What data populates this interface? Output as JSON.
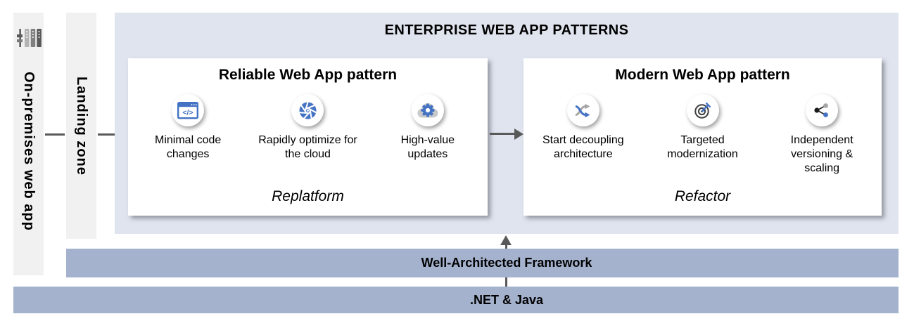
{
  "header": {
    "title": "ENTERPRISE WEB APP PATTERNS"
  },
  "lanes": {
    "on_premises": {
      "label": "On-premises web app",
      "icon": "server-rack-icon"
    },
    "landing_zone": {
      "label": "Landing zone"
    }
  },
  "patterns": [
    {
      "title": "Reliable Web App pattern",
      "tagline": "Replatform",
      "items": [
        {
          "icon": "code-window-icon",
          "label": "Minimal code changes"
        },
        {
          "icon": "aperture-icon",
          "label": "Rapidly optimize for the cloud"
        },
        {
          "icon": "gear-cloud-icon",
          "label": "High-value updates"
        }
      ]
    },
    {
      "title": "Modern Web App pattern",
      "tagline": "Refactor",
      "items": [
        {
          "icon": "shuffle-icon",
          "label": "Start decoupling architecture"
        },
        {
          "icon": "target-dart-icon",
          "label": "Targeted modernization"
        },
        {
          "icon": "share-nodes-icon",
          "label": "Independent versioning & scaling"
        }
      ]
    }
  ],
  "foundations": [
    {
      "label": "Well-Architected Framework"
    },
    {
      "label": ".NET & Java"
    }
  ],
  "colors": {
    "accent_blue": "#4472c4",
    "band_blue": "#a4b2cd",
    "panel_blue": "#dfe4ee",
    "lane_gray": "#f1f1f1",
    "arrow_gray": "#595959"
  }
}
